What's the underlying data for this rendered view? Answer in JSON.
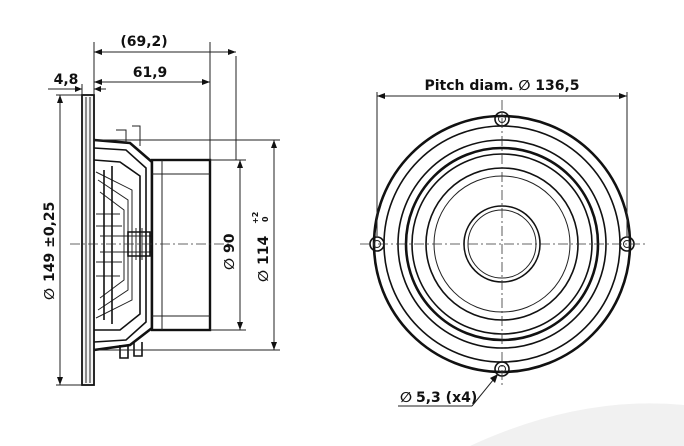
{
  "dimensions": {
    "depth_reference": "(69,2)",
    "depth": "61,9",
    "flange_thickness": "4,8",
    "frame_diameter": "149 ±0,25",
    "magnet_diameter": "90",
    "cutout_diameter": "114",
    "cutout_tol_upper": "+2",
    "cutout_tol_lower": "0",
    "pitch_diameter": "Pitch diam. ∅ 136,5",
    "hole_diameter": "5,3 (x4)",
    "diameter_symbol": "∅"
  },
  "colors": {
    "line": "#111111",
    "background": "#ffffff",
    "shade": "#e6e6e6"
  }
}
